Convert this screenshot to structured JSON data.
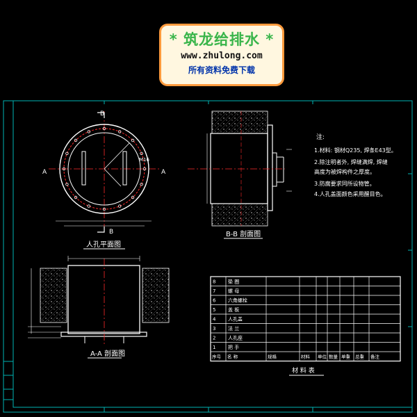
{
  "banner": {
    "title": "* 筑龙给排水 *",
    "url": "www.zhulong.com",
    "tagline": "所有资料免费下载"
  },
  "drawing": {
    "plan_title": "人孔平面图",
    "section_bb_title": "B-B 剖面图",
    "section_aa_title": "A-A 剖面图",
    "label_a": "A",
    "label_b": "B",
    "dim_m16": "M16",
    "notes_title": "注:",
    "notes": [
      "1.材料: 钢材Q235, 焊条E43型。",
      "2.除注明者外, 焊缝满焊, 焊缝",
      "  高度为被焊构件之厚度。",
      "3.防腐要求同所设物管。",
      "4.人孔盖面颜色采用醒目色。"
    ]
  },
  "materials_table": {
    "caption": "材 料 表",
    "header": [
      "序号",
      "名 称",
      "规格",
      "材料",
      "单位",
      "数量",
      "单重",
      "总重",
      "备注"
    ],
    "rows": [
      [
        "8",
        "垫 圈",
        "",
        "",
        "",
        "",
        "",
        "",
        ""
      ],
      [
        "7",
        "螺 母",
        "",
        "",
        "",
        "",
        "",
        "",
        ""
      ],
      [
        "6",
        "六角螺栓",
        "",
        "",
        "",
        "",
        "",
        "",
        ""
      ],
      [
        "5",
        "盖 板",
        "",
        "",
        "",
        "",
        "",
        "",
        ""
      ],
      [
        "4",
        "人孔盖",
        "",
        "",
        "",
        "",
        "",
        "",
        ""
      ],
      [
        "3",
        "法 兰",
        "",
        "",
        "",
        "",
        "",
        "",
        ""
      ],
      [
        "2",
        "人孔座",
        "",
        "",
        "",
        "",
        "",
        "",
        ""
      ],
      [
        "1",
        "把 手",
        "",
        "",
        "",
        "",
        "",
        "",
        ""
      ]
    ]
  },
  "colors": {
    "frame": "#00b3b3",
    "line": "#ffffff",
    "center_line": "#ff2a2a",
    "hatch": "#9a9a9a",
    "banner_border": "#ff9a3c",
    "banner_title": "#39b54a",
    "banner_tagline": "#0033aa"
  }
}
